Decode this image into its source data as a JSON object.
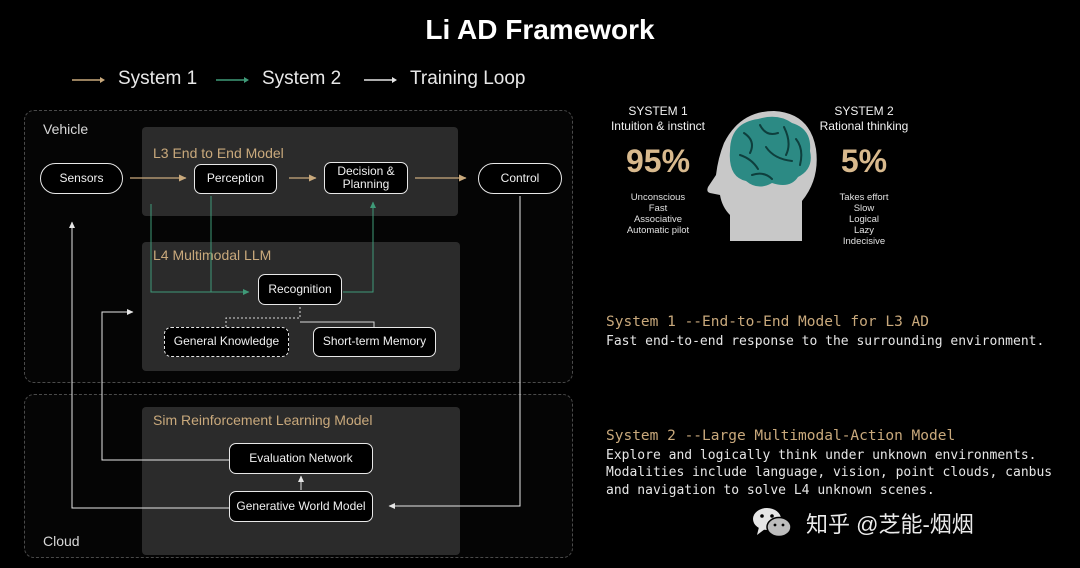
{
  "title": "Li AD Framework",
  "legend": [
    {
      "label": "System 1",
      "color": "#c9a97c"
    },
    {
      "label": "System 2",
      "color": "#3f9a78"
    },
    {
      "label": "Training Loop",
      "color": "#e6e6e6"
    }
  ],
  "regions": {
    "vehicle": "Vehicle",
    "cloud": "Cloud"
  },
  "panels": {
    "l3": "L3   End to End Model",
    "l4": "L4   Multimodal LLM",
    "sim": "Sim   Reinforcement Learning Model"
  },
  "nodes": {
    "sensors": "Sensors",
    "perception": "Perception",
    "decision_line1": "Decision &",
    "decision_line2": "Planning",
    "control": "Control",
    "recognition": "Recognition",
    "general_knowledge": "General Knowledge",
    "short_term_memory": "Short-term Memory",
    "evaluation_network": "Evaluation Network",
    "generative_world_model": "Generative World Model"
  },
  "system1": {
    "label": "SYSTEM 1",
    "subtitle": "Intuition & instinct",
    "percent": "95%",
    "traits": [
      "Unconscious",
      "Fast",
      "Associative",
      "Automatic pilot"
    ]
  },
  "system2": {
    "label": "SYSTEM 2",
    "subtitle": "Rational thinking",
    "percent": "5%",
    "traits": [
      "Takes effort",
      "Slow",
      "Logical",
      "Lazy",
      "Indecisive"
    ]
  },
  "descriptions": [
    {
      "title": "System 1 --End-to-End Model for L3 AD",
      "lines": [
        "Fast end-to-end response to the surrounding environment."
      ]
    },
    {
      "title": "System 2 --Large Multimodal-Action Model",
      "lines": [
        "Explore and logically think under unknown environments.",
        "Modalities include language, vision, point clouds, canbus",
        "and navigation to solve L4 unknown scenes."
      ]
    }
  ],
  "icons": {
    "brain": "brain-head-icon",
    "wechat": "wechat-icon"
  },
  "colors": {
    "accent": "#c9a97c",
    "system2": "#3f9a78",
    "brain": "#2c8a84",
    "head": "#c8c8c8"
  },
  "watermark": "知乎 @芝能-烟烟"
}
